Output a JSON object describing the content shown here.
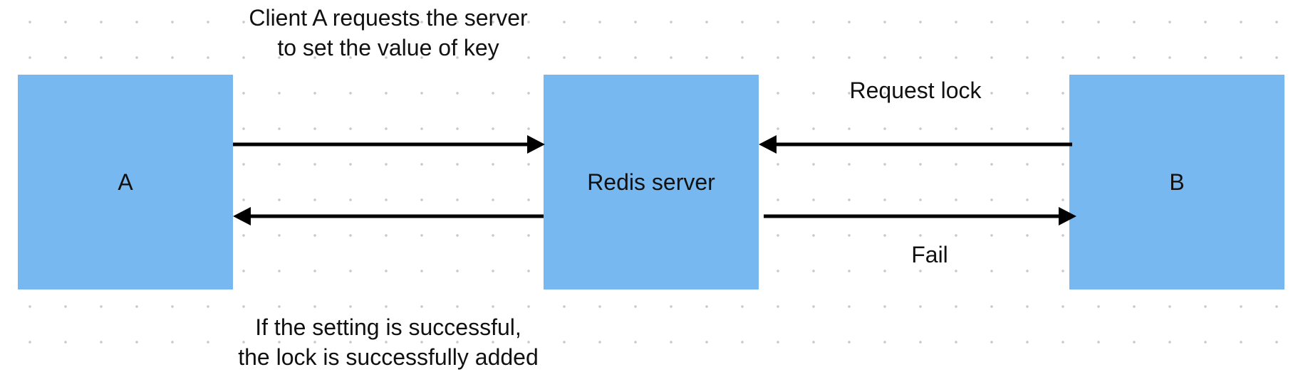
{
  "nodes": {
    "client_a": "A",
    "redis": "Redis server",
    "client_b": "B"
  },
  "labels": {
    "a_request_line1": "Client A requests the server",
    "a_request_line2": "to set the value of key",
    "success_line1": "If the setting is successful,",
    "success_line2": "the lock is successfully added",
    "b_request": "Request lock",
    "b_fail": "Fail"
  },
  "edges": [
    {
      "from": "A",
      "to": "Redis server"
    },
    {
      "from": "Redis server",
      "to": "A"
    },
    {
      "from": "B",
      "to": "Redis server"
    },
    {
      "from": "Redis server",
      "to": "B"
    }
  ],
  "colors": {
    "node_fill": "#78b8f0",
    "arrow": "#000000",
    "grid_dot": "#c9c9c9"
  }
}
